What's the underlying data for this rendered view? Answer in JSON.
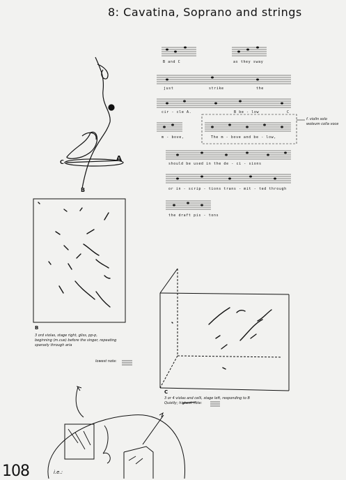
{
  "header": {
    "title": "8: Cavatina, Soprano and strings"
  },
  "score": {
    "lyrics": [
      "B and C",
      "as they sway",
      "just",
      "strike",
      "the",
      "cir - cle",
      "A.",
      "B be - low",
      "C",
      "m - bove,",
      "The m - bove and be - low,",
      "should be used in the de - ci - sions",
      "or in - scrip - tions trans - mit - ted through",
      "the draft pis - tons"
    ],
    "violin_note": "f. violin solo\nwoleum colla voce"
  },
  "diagram_top": {
    "label_a": "A",
    "label_b": "B",
    "label_c": "C"
  },
  "panel_b": {
    "label": "B",
    "text": "3 ord violas, stage right, gliss, pp-p,\nbeginning (m.cue) before the singer, repeating\nsparsely through aria",
    "lowest_note": "lowest note:"
  },
  "panel_c": {
    "label": "C",
    "text": "3 or 4 violas and celli, stage left, responding to B\nQuietly; highest note:",
    "crossed": "highest"
  },
  "footer": {
    "page_number": "108",
    "ie": "i.e.:"
  }
}
